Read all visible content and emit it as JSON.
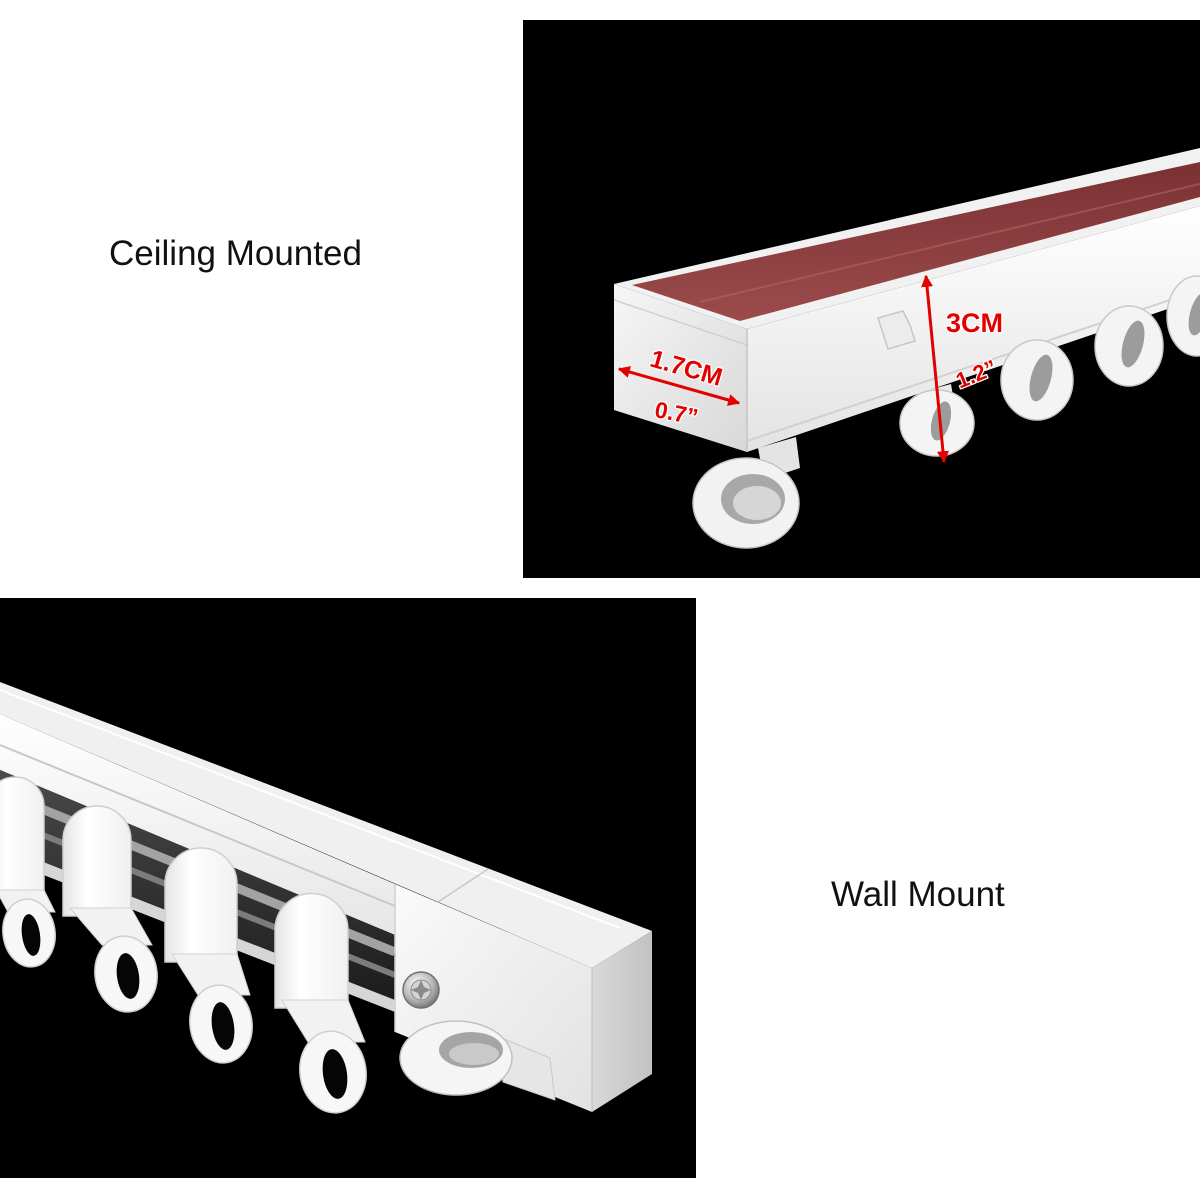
{
  "colors": {
    "page_background": "#ffffff",
    "panel_background": "#000000",
    "dimension_red": "#e30000",
    "adhesive_strip": "#8a3b3c",
    "rail_white": "#f4f4f4"
  },
  "ceiling_section": {
    "label": "Ceiling Mounted",
    "dimensions": {
      "width_cm": "1.7CM",
      "width_in": "0.7”",
      "height_cm": "3CM",
      "height_in": "1.2”"
    }
  },
  "wall_section": {
    "label": "Wall Mount"
  }
}
